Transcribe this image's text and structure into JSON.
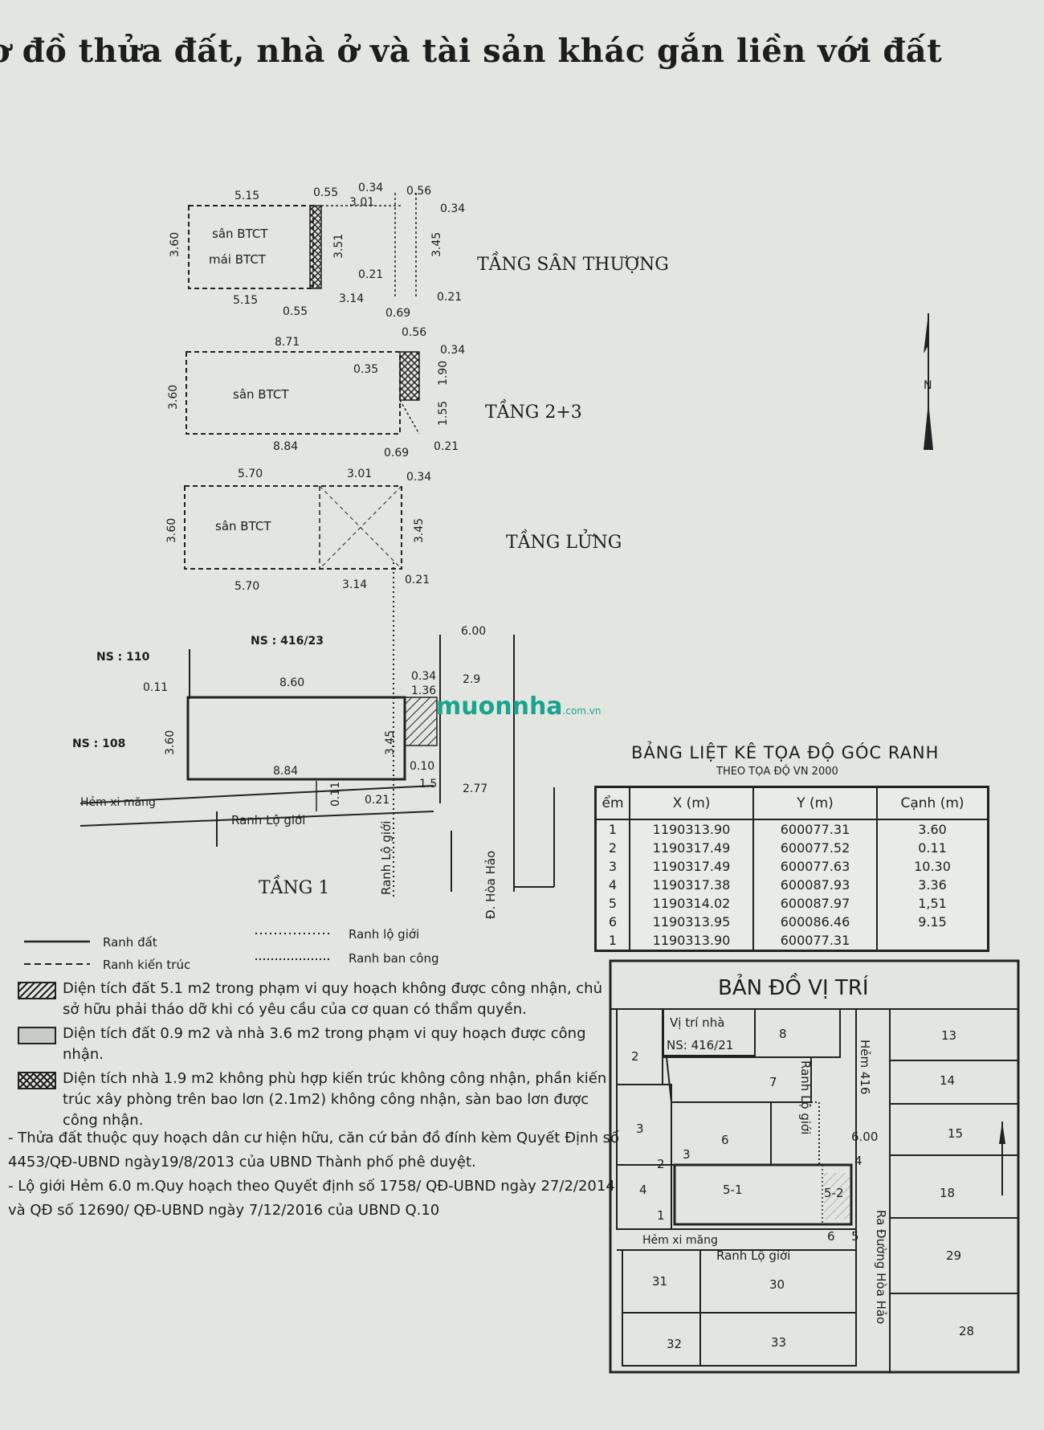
{
  "title": "ơ đồ thửa đất, nhà ở và tài sản khác gắn liền với đất",
  "floors": {
    "rooftop": {
      "label": "TẦNG SÂN THƯỢNG",
      "room1": "sân BTCT",
      "room2": "mái BTCT",
      "dims": [
        "5.15",
        "0.55",
        "0.34",
        "0.56",
        "3.01",
        "0.34",
        "3.60",
        "3.51",
        "3.45",
        "0.21",
        "5.15",
        "0.55",
        "3.14",
        "0.69",
        "0.21"
      ]
    },
    "floor23": {
      "label": "TẦNG 2+3",
      "room": "sân BTCT",
      "dims": [
        "8.71",
        "0.56",
        "0.34",
        "0.35",
        "1.90",
        "3.60",
        "1.55",
        "8.84",
        "0.69",
        "0.21"
      ]
    },
    "mezzanine": {
      "label": "TẦNG LỬNG",
      "room": "sân BTCT",
      "dims": [
        "5.70",
        "3.01",
        "0.34",
        "3.60",
        "3.45",
        "5.70",
        "3.14",
        "0.21"
      ]
    },
    "ground": {
      "label": "TẦNG 1",
      "ns_top": "NS : 416/23",
      "ns_left_top": "NS : 110",
      "ns_left": "NS : 108",
      "dims": [
        "0.11",
        "8.60",
        "0.34",
        "1.36",
        "3.60",
        "3.45",
        "8.84",
        "0.10",
        "1.5",
        "0.21",
        "0.11",
        "6.00",
        "2.9",
        "2.77"
      ],
      "alley": "Hẻm xi măng",
      "boundary_h": "Ranh Lộ giới",
      "boundary_v": "Ranh Lộ giới",
      "road": "Đ. Hòa Hảo"
    }
  },
  "line_legend": [
    {
      "label": "Ranh đất",
      "style": "solid"
    },
    {
      "label": "Ranh lộ giới",
      "style": "dotted"
    },
    {
      "label": "Ranh kiến trúc",
      "style": "dashed"
    },
    {
      "label": "Ranh ban công",
      "style": "dotted"
    }
  ],
  "area_legend": [
    {
      "text": "Diện tích đất 5.1 m2 trong phạm vi quy hoạch không được công nhận, chủ sở hữu phải tháo dỡ khi có yêu cầu của cơ quan có thẩm quyền."
    },
    {
      "text": "Diện tích đất 0.9 m2 và nhà 3.6 m2 trong phạm vi quy hoạch được công nhận."
    },
    {
      "text": "Diện tích nhà 1.9 m2 không phù hợp kiến trúc không công nhận, phần kiến trúc xây phòng trên bao lơn (2.1m2) không công nhận, sàn bao lơn được công nhận."
    }
  ],
  "notes": [
    "- Thửa đất thuộc quy hoạch dân cư hiện hữu, căn cứ bản đồ đính kèm Quyết Định số 4453/QĐ-UBND ngày19/8/2013 của UBND Thành phố phê duyệt.",
    "- Lộ giới Hẻm 6.0 m.Quy hoạch theo Quyết định số 1758/ QĐ-UBND ngày 27/2/2014 và QĐ số 12690/ QĐ-UBND ngày 7/12/2016 của UBND Q.10"
  ],
  "coord_table": {
    "title": "BẢNG LIỆT KÊ TỌA ĐỘ GÓC RANH",
    "subtitle": "THEO TỌA ĐỘ VN 2000",
    "headers": [
      "ểm",
      "X (m)",
      "Y (m)",
      "Cạnh (m)"
    ],
    "rows": [
      [
        "1",
        "1190313.90",
        "600077.31",
        "3.60"
      ],
      [
        "2",
        "1190317.49",
        "600077.52",
        "0.11"
      ],
      [
        "3",
        "1190317.49",
        "600077.63",
        "10.30"
      ],
      [
        "4",
        "1190317.38",
        "600087.93",
        "3.36"
      ],
      [
        "5",
        "1190314.02",
        "600087.97",
        "1,51"
      ],
      [
        "6",
        "1190313.95",
        "600086.46",
        "9.15"
      ],
      [
        "1",
        "1190313.90",
        "600077.31",
        ""
      ]
    ]
  },
  "location_map": {
    "title": "BẢN ĐỒ VỊ TRÍ",
    "house_label": "Vị trí nhà",
    "house_ns": "NS: 416/21",
    "lots": [
      "2",
      "3",
      "4",
      "6",
      "5-1",
      "5-2",
      "7",
      "8",
      "13",
      "14",
      "15",
      "18",
      "29",
      "28",
      "30",
      "31",
      "32",
      "33"
    ],
    "points": [
      "1",
      "2",
      "3",
      "4",
      "5",
      "6"
    ],
    "alley_width": "6.00",
    "alley_label": "Hẻm 416",
    "boundary_label": "Ranh Lộ giới",
    "alley_cement": "Hẻm xi măng",
    "road_label": "Ra Đường Hòa Hảo"
  },
  "watermark": {
    "text": "muonnha",
    "domain": ".com.vn"
  }
}
